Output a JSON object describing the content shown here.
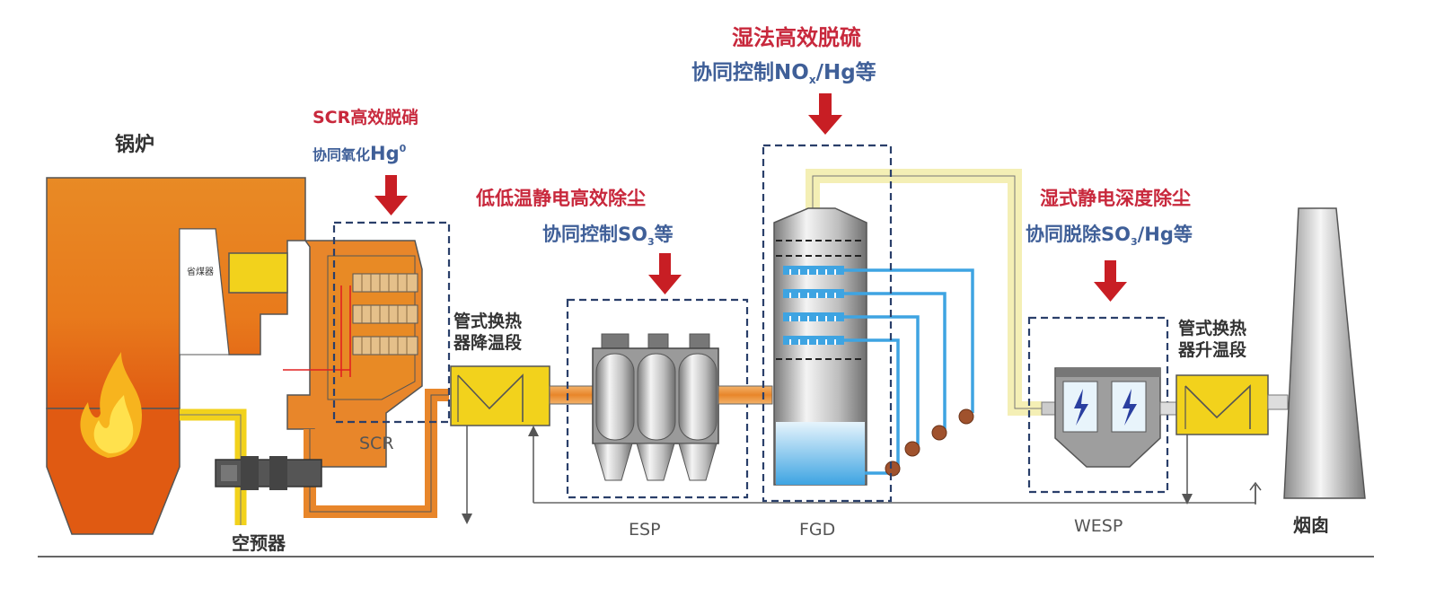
{
  "labels": {
    "boiler": "锅炉",
    "economizer": "省煤器",
    "air_preheater": "空预器",
    "scr_unit": "SCR",
    "esp_unit": "ESP",
    "fgd_unit": "FGD",
    "wesp_unit": "WESP",
    "chimney": "烟囱",
    "hx_cool_line1": "管式换热",
    "hx_cool_line2": "器降温段",
    "hx_heat_line1": "管式换热",
    "hx_heat_line2": "器升温段"
  },
  "annotations": {
    "scr_title": "SCR高效脱硝",
    "scr_sub_prefix": "协同氧化",
    "scr_sub_hg": "Hg",
    "scr_sub_sup": "0",
    "esp_title": "低低温静电高效除尘",
    "esp_sub_prefix": "协同控制SO",
    "esp_sub_sub": "3",
    "esp_sub_suffix": "等",
    "fgd_title": "湿法高效脱硫",
    "fgd_sub_prefix": "协同控制NO",
    "fgd_sub_sub": "x",
    "fgd_sub_suffix": "/Hg等",
    "wesp_title": "湿式静电深度除尘",
    "wesp_sub_prefix": "协同脱除SO",
    "wesp_sub_sub": "3",
    "wesp_sub_suffix": "/Hg等"
  },
  "colors": {
    "boiler_orange": "#e8801e",
    "flue_orange": "#e88a25",
    "yellow": "#f2d21c",
    "pale_yellow": "#f4efb5",
    "red_text": "#c8283c",
    "blue_text": "#3f5f98",
    "arrow_red": "#c81e24",
    "water_blue": "#3ea4e2",
    "dash_blue": "#2a3f6a"
  }
}
